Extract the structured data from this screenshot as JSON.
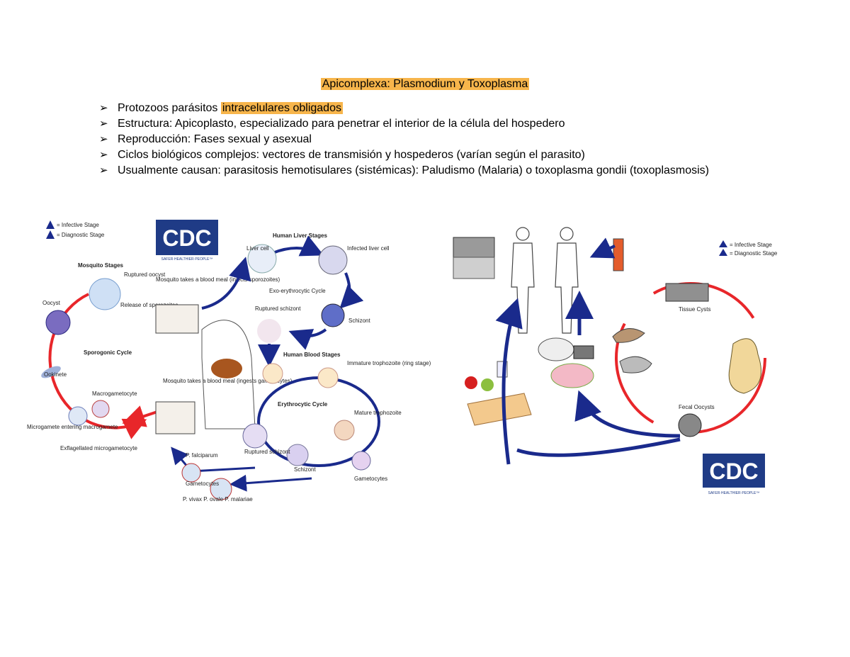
{
  "doc": {
    "title": "Apicomplexa: Plasmodium y Toxoplasma",
    "bullets": [
      {
        "prefix": "Protozoos parásitos ",
        "highlight": "intracelulares obligados",
        "suffix": ""
      },
      {
        "prefix": "Estructura: Apicoplasto, especializado para penetrar el interior de la célula del hospedero",
        "highlight": "",
        "suffix": ""
      },
      {
        "prefix": "Reproducción: Fases sexual y asexual",
        "highlight": "",
        "suffix": ""
      },
      {
        "prefix": "Ciclos biológicos complejos: vectores de transmisión y hospederos (varían según el parasito)",
        "highlight": "",
        "suffix": ""
      },
      {
        "prefix": "Usualmente causan: parasitosis hemotisulares (sistémicas): Paludismo (Malaria) o toxoplasma gondii (toxoplasmosis)",
        "highlight": "",
        "suffix": ""
      }
    ]
  },
  "malaria": {
    "legend_infective": "= Infective Stage",
    "legend_diagnostic": "= Diagnostic Stage",
    "cdc": "CDC",
    "cdc_tag": "SAFER·HEALTHIER·PEOPLE™",
    "mosquito_stages": "Mosquito Stages",
    "liver_stages": "Human Liver Stages",
    "blood_stages": "Human Blood Stages",
    "liver_cell": "Liver cell",
    "infected_liver_cell": "Infected liver cell",
    "exo_cycle": "Exo-erythrocytic Cycle",
    "schizont": "Schizont",
    "ruptured_schizont": "Ruptured schizont",
    "sporogonic": "Sporogonic Cycle",
    "ruptured_oocyst": "Ruptured oocyst",
    "release_sporozoites": "Release of sporozoites",
    "oocyst": "Oocyst",
    "ookinete": "Ookinete",
    "macrogametocyte": "Macrogametocyte",
    "microgamete": "Microgamete entering macrogamete",
    "exflagellated": "Exflagellated microgametocyte",
    "mosquito_meal_1": "Mosquito takes a blood meal (injects sporozoites)",
    "mosquito_meal_2": "Mosquito takes a blood meal (ingests gametocytes)",
    "immature_troph": "Immature trophozoite (ring stage)",
    "mature_troph": "Mature trophozoite",
    "schizont_blood": "Schizont",
    "ruptured_schizont_blood": "Ruptured schizont",
    "erythrocytic": "Erythrocytic Cycle",
    "gametocytes": "Gametocytes",
    "p_falciparum": "P. falciparum",
    "p_others": "P. vivax P. ovale P. malariae"
  },
  "toxo": {
    "legend_infective": "= Infective Stage",
    "legend_diagnostic": "= Diagnostic Stage",
    "tissue_cysts": "Tissue Cysts",
    "fecal_oocysts": "Fecal Oocysts",
    "cdc": "CDC",
    "cdc_tag": "SAFER·HEALTHIER·PEOPLE™"
  },
  "colors": {
    "highlight": "#f7b54b",
    "cdc_blue": "#1f3b86",
    "red_arrow": "#e8262a",
    "blue_arrow": "#1a2a8c"
  }
}
